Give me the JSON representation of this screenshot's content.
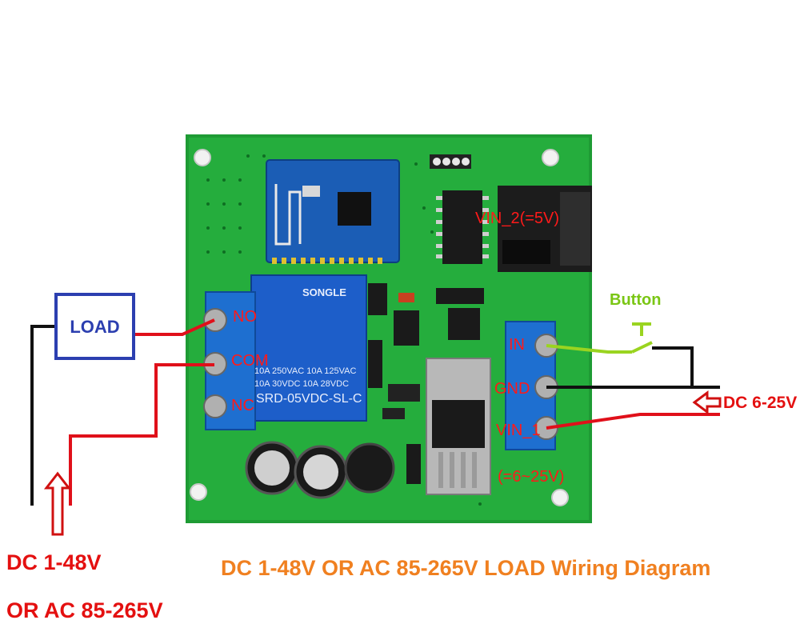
{
  "diagram": {
    "title": "DC 1-48V OR AC 85-265V LOAD Wiring Diagram",
    "load_label": "LOAD",
    "relay_terminals": [
      "NO",
      "COM",
      "NC"
    ],
    "input_terminals": [
      "IN",
      "GND",
      "VIN_1"
    ],
    "vin2_label": "VIN_2(=5V)",
    "vin1_range": "(=6~25V)",
    "button_label": "Button",
    "dc_input_label": "DC 6-25V",
    "load_supply_line1": "DC 1-48V",
    "load_supply_line2": "OR AC 85-265V",
    "relay_text": {
      "brand": "SONGLE",
      "rating1": "10A 250VAC 10A 125VAC",
      "rating2": "10A  30VDC 10A  28VDC",
      "model": "SRD-05VDC-SL-C"
    },
    "colors": {
      "pcb": "#20a83a",
      "terminal_block": "#1e6fd0",
      "wire_red": "#e0101a",
      "wire_black": "#111111",
      "wire_green": "#9ad420",
      "load_box": "#2c3fb0",
      "title": "#f08020"
    }
  }
}
